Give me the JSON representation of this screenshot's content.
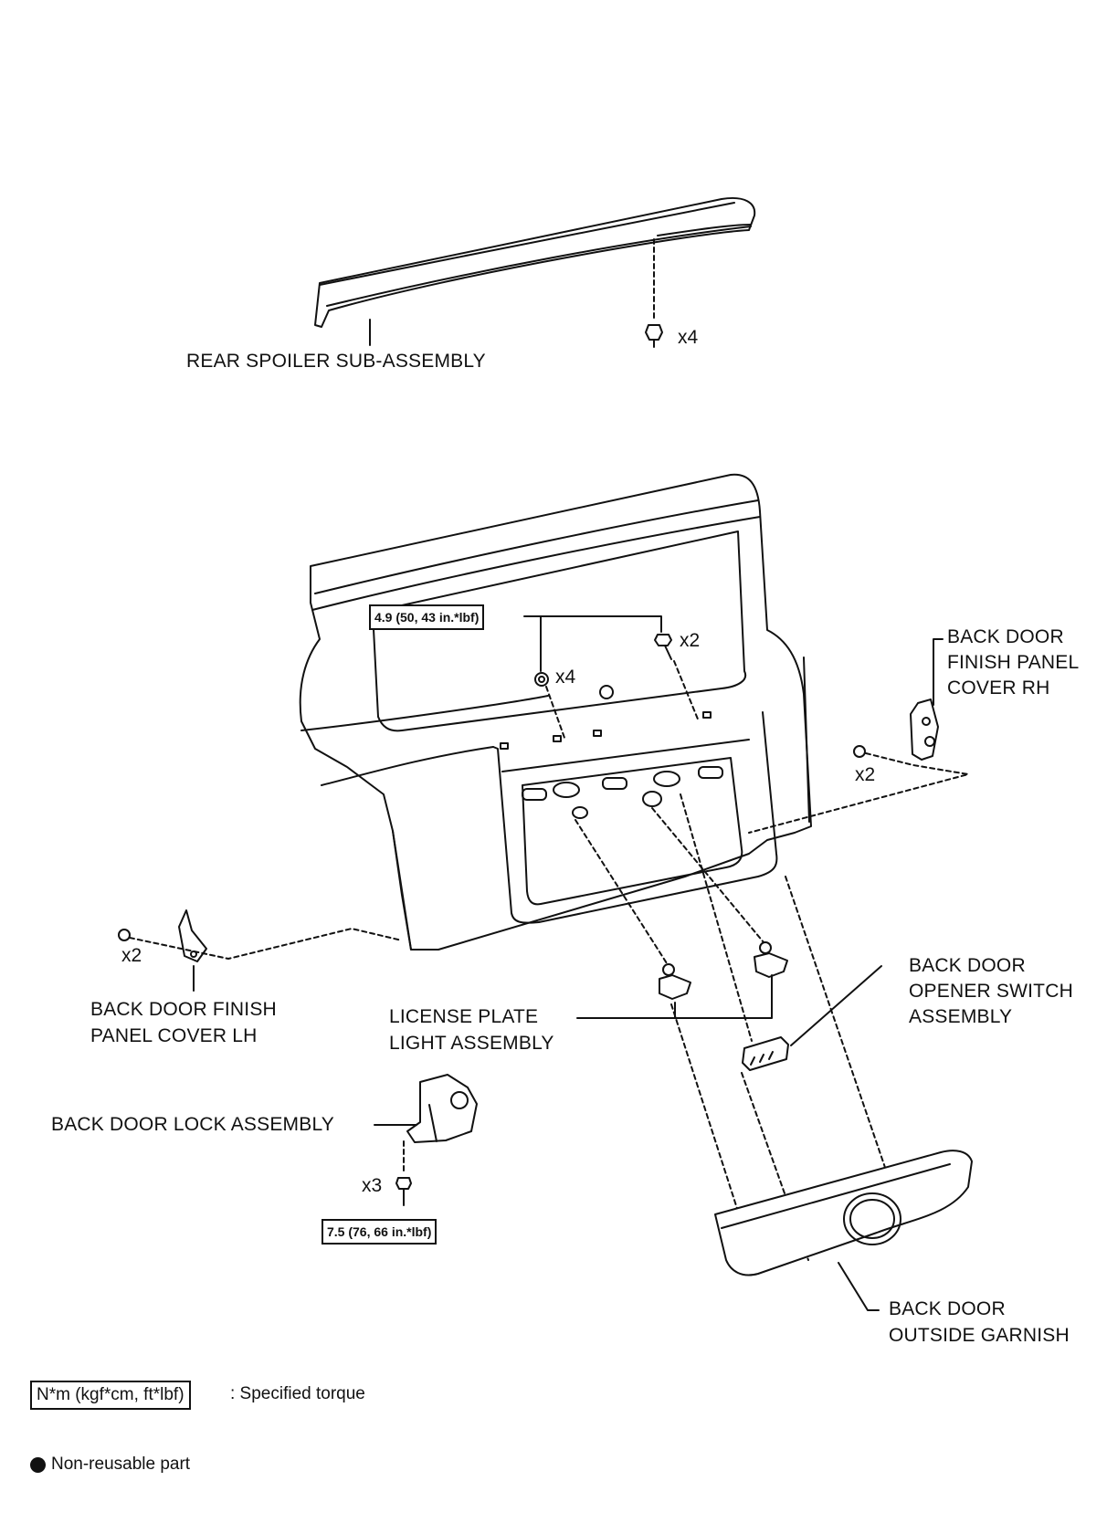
{
  "labels": {
    "rear_spoiler": "REAR SPOILER SUB-ASSEMBLY",
    "finish_panel_cover_rh": [
      "BACK DOOR",
      "FINISH PANEL",
      "COVER RH"
    ],
    "finish_panel_cover_lh": [
      "BACK DOOR FINISH",
      "PANEL COVER LH"
    ],
    "license_plate_light": [
      "LICENSE PLATE",
      "LIGHT ASSEMBLY"
    ],
    "opener_switch": [
      "BACK DOOR",
      "OPENER SWITCH",
      "ASSEMBLY"
    ],
    "lock_assembly": "BACK DOOR LOCK ASSEMBLY",
    "outside_garnish": [
      "BACK DOOR",
      "OUTSIDE GARNISH"
    ]
  },
  "quantities": {
    "spoiler_screws": "x4",
    "door_bolts": "x2",
    "door_nuts": "x4",
    "rh_clips": "x2",
    "lh_clips": "x2",
    "lock_bolts": "x3"
  },
  "torques": {
    "door_fasteners": "4.9 (50, 43 in.*lbf)",
    "lock_bolts": "7.5 (76, 66 in.*lbf)"
  },
  "legend": {
    "torque_box": "N*m (kgf*cm, ft*lbf)",
    "torque_text": ": Specified torque",
    "nonreusable_text": "Non-reusable part"
  }
}
